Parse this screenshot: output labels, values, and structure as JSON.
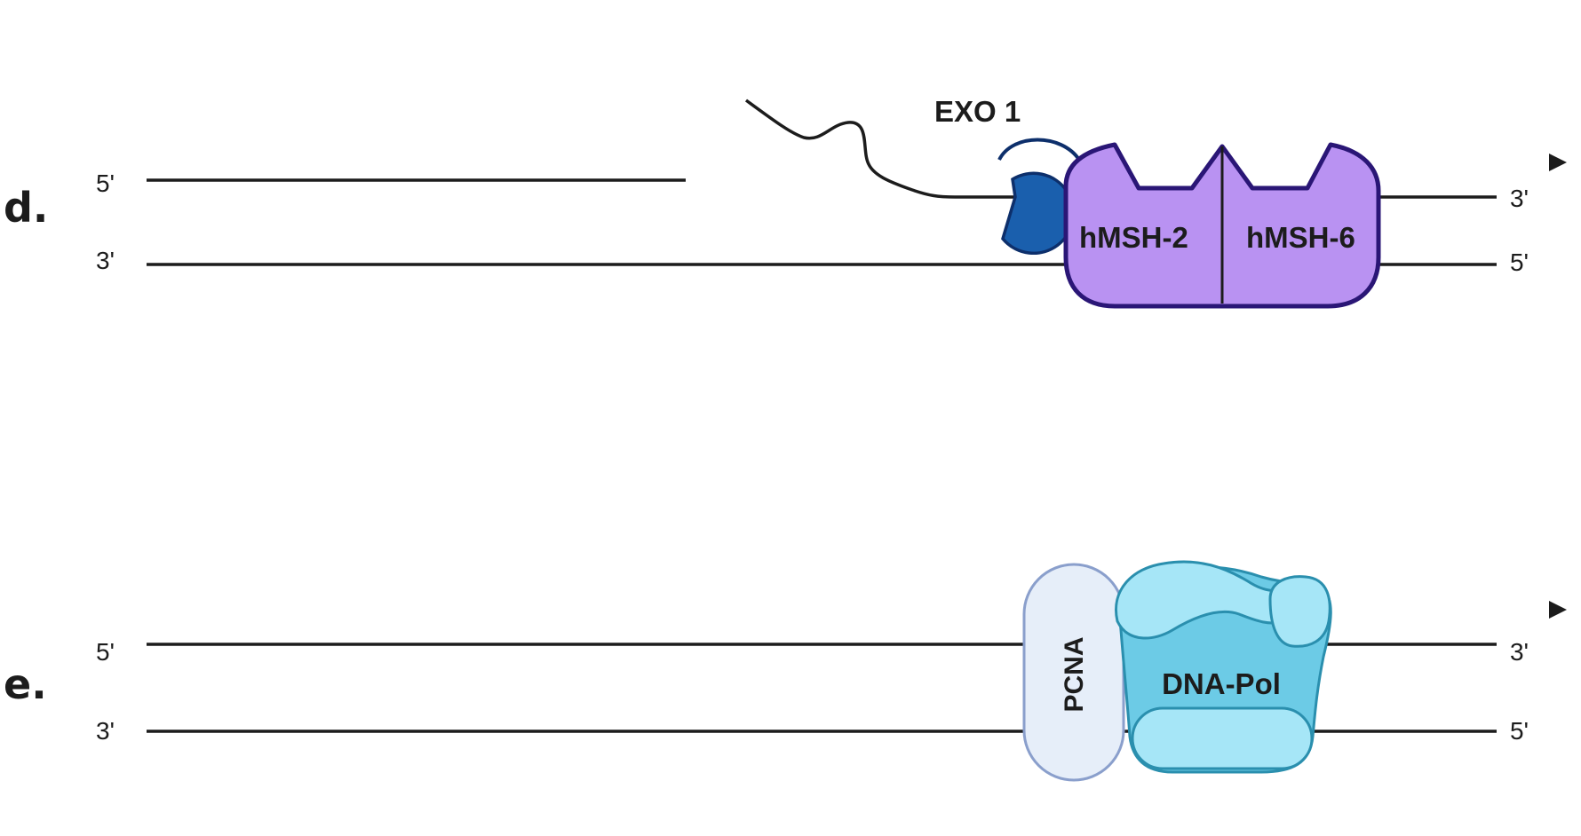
{
  "panel_d": {
    "label": "d.",
    "top_strand": {
      "left_end": "5'",
      "right_end": "3'"
    },
    "bottom_strand": {
      "left_end": "3'",
      "right_end": "5'"
    },
    "exo1": {
      "label": "EXO 1",
      "color": "#1a5fad",
      "outline": "#0d2f6b"
    },
    "msh_complex": {
      "subunit_left": "hMSH-2",
      "subunit_right": "hMSH-6",
      "fill": "#b992f2",
      "outline": "#2a1676"
    }
  },
  "panel_e": {
    "label": "e.",
    "top_strand": {
      "left_end": "5'",
      "right_end": "3'"
    },
    "bottom_strand": {
      "left_end": "3'",
      "right_end": "5'"
    },
    "pcna": {
      "label": "PCNA",
      "fill": "#e6eef9",
      "outline": "#8a9fcc"
    },
    "dna_pol": {
      "label": "DNA-Pol",
      "fill_light": "#a6e6f7",
      "fill_dark": "#6ccbe6",
      "outline": "#2a8fae"
    }
  }
}
